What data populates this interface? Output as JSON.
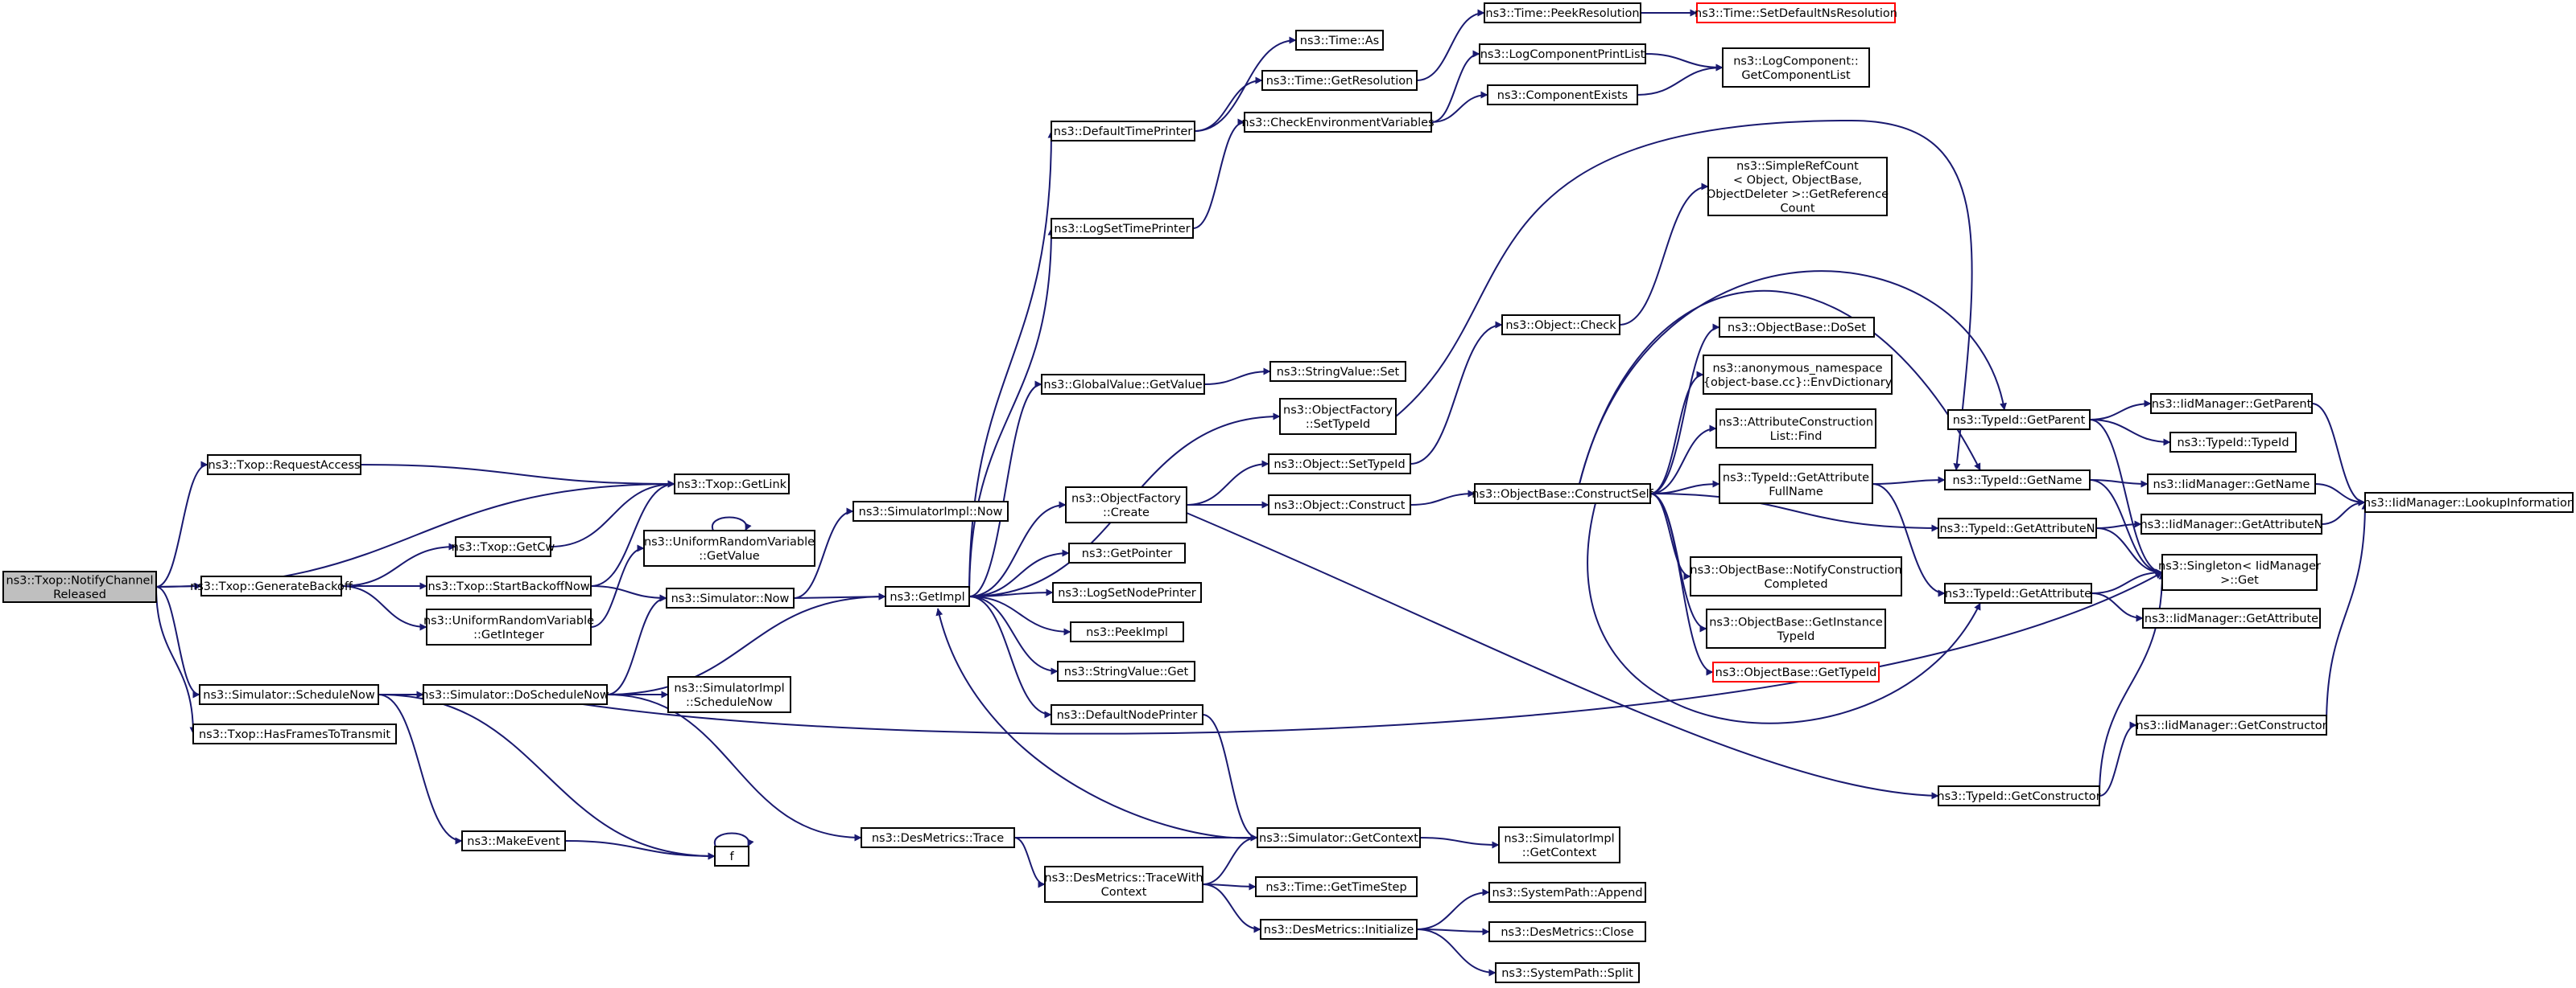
{
  "nodes": [
    {
      "id": "root",
      "lines": [
        "ns3::Txop::NotifyChannel",
        "Released"
      ],
      "style": "root"
    },
    {
      "id": "requestaccess",
      "lines": [
        "ns3::Txop::RequestAccess"
      ]
    },
    {
      "id": "getlink",
      "lines": [
        "ns3::Txop::GetLink"
      ]
    },
    {
      "id": "getcw",
      "lines": [
        "ns3::Txop::GetCw"
      ]
    },
    {
      "id": "generatebackoff",
      "lines": [
        "ns3::Txop::GenerateBackoff"
      ]
    },
    {
      "id": "startbackoffnow",
      "lines": [
        "ns3::Txop::StartBackoffNow"
      ]
    },
    {
      "id": "urv_getvalue",
      "lines": [
        "ns3::UniformRandomVariable",
        "::GetValue"
      ]
    },
    {
      "id": "urv_getinteger",
      "lines": [
        "ns3::UniformRandomVariable",
        "::GetInteger"
      ]
    },
    {
      "id": "sim_now",
      "lines": [
        "ns3::Simulator::Now"
      ]
    },
    {
      "id": "simimpl_now",
      "lines": [
        "ns3::SimulatorImpl::Now"
      ]
    },
    {
      "id": "schedulenow",
      "lines": [
        "ns3::Simulator::ScheduleNow"
      ]
    },
    {
      "id": "hasframes",
      "lines": [
        "ns3::Txop::HasFramesToTransmit"
      ]
    },
    {
      "id": "doschedulenow",
      "lines": [
        "ns3::Simulator::DoScheduleNow"
      ]
    },
    {
      "id": "simimpl_schedulenow",
      "lines": [
        "ns3::SimulatorImpl",
        "::ScheduleNow"
      ]
    },
    {
      "id": "makeevent",
      "lines": [
        "ns3::MakeEvent"
      ]
    },
    {
      "id": "f",
      "lines": [
        "f"
      ]
    },
    {
      "id": "getimpl",
      "lines": [
        "ns3::GetImpl"
      ]
    },
    {
      "id": "desmetrics_trace",
      "lines": [
        "ns3::DesMetrics::Trace"
      ]
    },
    {
      "id": "defaulttimeprinter",
      "lines": [
        "ns3::DefaultTimePrinter"
      ]
    },
    {
      "id": "logsettimeprinter",
      "lines": [
        "ns3::LogSetTimePrinter"
      ]
    },
    {
      "id": "globalvalue_getvalue",
      "lines": [
        "ns3::GlobalValue::GetValue"
      ]
    },
    {
      "id": "objectfactory_create",
      "lines": [
        "ns3::ObjectFactory",
        "::Create"
      ]
    },
    {
      "id": "getpointer",
      "lines": [
        "ns3::GetPointer"
      ]
    },
    {
      "id": "logsetnodeprinter",
      "lines": [
        "ns3::LogSetNodePrinter"
      ]
    },
    {
      "id": "peekimpl",
      "lines": [
        "ns3::PeekImpl"
      ]
    },
    {
      "id": "stringvalue_get",
      "lines": [
        "ns3::StringValue::Get"
      ]
    },
    {
      "id": "defaultnodeprinter",
      "lines": [
        "ns3::DefaultNodePrinter"
      ]
    },
    {
      "id": "tracewithcontext",
      "lines": [
        "ns3::DesMetrics::TraceWith",
        "Context"
      ]
    },
    {
      "id": "time_as",
      "lines": [
        "ns3::Time::As"
      ]
    },
    {
      "id": "time_getresolution",
      "lines": [
        "ns3::Time::GetResolution"
      ]
    },
    {
      "id": "checkenv",
      "lines": [
        "ns3::CheckEnvironmentVariables"
      ]
    },
    {
      "id": "stringvalue_set",
      "lines": [
        "ns3::StringValue::Set"
      ]
    },
    {
      "id": "objectfactory_settypeid",
      "lines": [
        "ns3::ObjectFactory",
        "::SetTypeId"
      ]
    },
    {
      "id": "object_settypeid",
      "lines": [
        "ns3::Object::SetTypeId"
      ]
    },
    {
      "id": "object_construct",
      "lines": [
        "ns3::Object::Construct"
      ]
    },
    {
      "id": "sim_getcontext",
      "lines": [
        "ns3::Simulator::GetContext"
      ]
    },
    {
      "id": "time_gettimestep",
      "lines": [
        "ns3::Time::GetTimeStep"
      ]
    },
    {
      "id": "desmetrics_initialize",
      "lines": [
        "ns3::DesMetrics::Initialize"
      ]
    },
    {
      "id": "time_peekresolution",
      "lines": [
        "ns3::Time::PeekResolution"
      ]
    },
    {
      "id": "logcomponentprintlist",
      "lines": [
        "ns3::LogComponentPrintList"
      ]
    },
    {
      "id": "componentexists",
      "lines": [
        "ns3::ComponentExists"
      ]
    },
    {
      "id": "object_check",
      "lines": [
        "ns3::Object::Check"
      ]
    },
    {
      "id": "constructself",
      "lines": [
        "ns3::ObjectBase::ConstructSelf"
      ]
    },
    {
      "id": "simimpl_getcontext",
      "lines": [
        "ns3::SimulatorImpl",
        "::GetContext"
      ]
    },
    {
      "id": "systempath_append",
      "lines": [
        "ns3::SystemPath::Append"
      ]
    },
    {
      "id": "desmetrics_close",
      "lines": [
        "ns3::DesMetrics::Close"
      ]
    },
    {
      "id": "systempath_split",
      "lines": [
        "ns3::SystemPath::Split"
      ]
    },
    {
      "id": "setdefaultnsresolution",
      "lines": [
        "ns3::Time::SetDefaultNsResolution"
      ],
      "style": "ext"
    },
    {
      "id": "getcomponentlist",
      "lines": [
        "ns3::LogComponent::",
        "GetComponentList"
      ]
    },
    {
      "id": "simplerefcount",
      "lines": [
        "ns3::SimpleRefCount",
        "< Object, ObjectBase,",
        "ObjectDeleter >::GetReference",
        "Count"
      ]
    },
    {
      "id": "objectbase_doset",
      "lines": [
        "ns3::ObjectBase::DoSet"
      ]
    },
    {
      "id": "envdictionary",
      "lines": [
        "ns3::anonymous_namespace",
        "{object-base.cc}::EnvDictionary"
      ]
    },
    {
      "id": "attrconstructionlist_find",
      "lines": [
        "ns3::AttributeConstruction",
        "List::Find"
      ]
    },
    {
      "id": "typeid_getattributefullname",
      "lines": [
        "ns3::TypeId::GetAttribute",
        "FullName"
      ]
    },
    {
      "id": "notifyconstructioncompleted",
      "lines": [
        "ns3::ObjectBase::NotifyConstruction",
        "Completed"
      ]
    },
    {
      "id": "getinstancetypeid",
      "lines": [
        "ns3::ObjectBase::GetInstance",
        "TypeId"
      ]
    },
    {
      "id": "objectbase_gettypeid",
      "lines": [
        "ns3::ObjectBase::GetTypeId"
      ],
      "style": "ext"
    },
    {
      "id": "typeid_getparent",
      "lines": [
        "ns3::TypeId::GetParent"
      ]
    },
    {
      "id": "typeid_getname",
      "lines": [
        "ns3::TypeId::GetName"
      ]
    },
    {
      "id": "typeid_getattributen",
      "lines": [
        "ns3::TypeId::GetAttributeN"
      ]
    },
    {
      "id": "typeid_getattribute",
      "lines": [
        "ns3::TypeId::GetAttribute"
      ]
    },
    {
      "id": "typeid_getconstructor",
      "lines": [
        "ns3::TypeId::GetConstructor"
      ]
    },
    {
      "id": "iid_getparent",
      "lines": [
        "ns3::IidManager::GetParent"
      ]
    },
    {
      "id": "typeid_typeid",
      "lines": [
        "ns3::TypeId::TypeId"
      ]
    },
    {
      "id": "iid_getname",
      "lines": [
        "ns3::IidManager::GetName"
      ]
    },
    {
      "id": "iid_getattributen",
      "lines": [
        "ns3::IidManager::GetAttributeN"
      ]
    },
    {
      "id": "singleton_get",
      "lines": [
        "ns3::Singleton< IidManager",
        ">::Get"
      ]
    },
    {
      "id": "iid_getattribute",
      "lines": [
        "ns3::IidManager::GetAttribute"
      ]
    },
    {
      "id": "iid_getconstructor",
      "lines": [
        "ns3::IidManager::GetConstructor"
      ]
    },
    {
      "id": "iid_lookupinformation",
      "lines": [
        "ns3::IidManager::LookupInformation"
      ]
    }
  ],
  "edges": [
    [
      "root",
      "requestaccess"
    ],
    [
      "root",
      "getlink"
    ],
    [
      "root",
      "generatebackoff"
    ],
    [
      "root",
      "schedulenow"
    ],
    [
      "root",
      "hasframes"
    ],
    [
      "requestaccess",
      "getlink"
    ],
    [
      "generatebackoff",
      "getcw"
    ],
    [
      "generatebackoff",
      "startbackoffnow"
    ],
    [
      "generatebackoff",
      "urv_getinteger"
    ],
    [
      "getcw",
      "getlink"
    ],
    [
      "startbackoffnow",
      "getlink"
    ],
    [
      "startbackoffnow",
      "sim_now"
    ],
    [
      "urv_getvalue",
      "urv_getvalue"
    ],
    [
      "urv_getinteger",
      "urv_getvalue"
    ],
    [
      "sim_now",
      "simimpl_now"
    ],
    [
      "sim_now",
      "getimpl"
    ],
    [
      "schedulenow",
      "doschedulenow"
    ],
    [
      "schedulenow",
      "makeevent"
    ],
    [
      "schedulenow",
      "f"
    ],
    [
      "doschedulenow",
      "sim_now"
    ],
    [
      "doschedulenow",
      "getimpl"
    ],
    [
      "doschedulenow",
      "simimpl_schedulenow"
    ],
    [
      "doschedulenow",
      "desmetrics_trace"
    ],
    [
      "doschedulenow",
      "singleton_get"
    ],
    [
      "makeevent",
      "f"
    ],
    [
      "f",
      "f"
    ],
    [
      "getimpl",
      "defaulttimeprinter"
    ],
    [
      "getimpl",
      "logsettimeprinter"
    ],
    [
      "getimpl",
      "globalvalue_getvalue"
    ],
    [
      "getimpl",
      "objectfactory_settypeid"
    ],
    [
      "getimpl",
      "objectfactory_create"
    ],
    [
      "getimpl",
      "getpointer"
    ],
    [
      "getimpl",
      "logsetnodeprinter"
    ],
    [
      "getimpl",
      "peekimpl"
    ],
    [
      "getimpl",
      "stringvalue_get"
    ],
    [
      "getimpl",
      "defaultnodeprinter"
    ],
    [
      "desmetrics_trace",
      "sim_getcontext"
    ],
    [
      "desmetrics_trace",
      "tracewithcontext"
    ],
    [
      "defaulttimeprinter",
      "time_as"
    ],
    [
      "defaulttimeprinter",
      "time_getresolution"
    ],
    [
      "logsettimeprinter",
      "checkenv"
    ],
    [
      "globalvalue_getvalue",
      "stringvalue_set"
    ],
    [
      "objectfactory_create",
      "object_settypeid"
    ],
    [
      "objectfactory_create",
      "object_construct"
    ],
    [
      "objectfactory_create",
      "typeid_getconstructor"
    ],
    [
      "defaultnodeprinter",
      "sim_getcontext"
    ],
    [
      "tracewithcontext",
      "sim_getcontext"
    ],
    [
      "tracewithcontext",
      "time_gettimestep"
    ],
    [
      "tracewithcontext",
      "desmetrics_initialize"
    ],
    [
      "time_getresolution",
      "time_peekresolution"
    ],
    [
      "checkenv",
      "logcomponentprintlist"
    ],
    [
      "checkenv",
      "componentexists"
    ],
    [
      "objectfactory_settypeid",
      "typeid_getname"
    ],
    [
      "object_settypeid",
      "object_check"
    ],
    [
      "object_construct",
      "constructself"
    ],
    [
      "sim_getcontext",
      "getimpl"
    ],
    [
      "sim_getcontext",
      "simimpl_getcontext"
    ],
    [
      "desmetrics_initialize",
      "systempath_append"
    ],
    [
      "desmetrics_initialize",
      "desmetrics_close"
    ],
    [
      "desmetrics_initialize",
      "systempath_split"
    ],
    [
      "time_peekresolution",
      "setdefaultnsresolution"
    ],
    [
      "logcomponentprintlist",
      "getcomponentlist"
    ],
    [
      "componentexists",
      "getcomponentlist"
    ],
    [
      "object_check",
      "simplerefcount"
    ],
    [
      "constructself",
      "objectbase_doset"
    ],
    [
      "constructself",
      "envdictionary"
    ],
    [
      "constructself",
      "attrconstructionlist_find"
    ],
    [
      "constructself",
      "typeid_getattributefullname"
    ],
    [
      "constructself",
      "notifyconstructioncompleted"
    ],
    [
      "constructself",
      "getinstancetypeid"
    ],
    [
      "constructself",
      "objectbase_gettypeid"
    ],
    [
      "constructself",
      "typeid_getparent"
    ],
    [
      "constructself",
      "typeid_getname"
    ],
    [
      "constructself",
      "typeid_getattributen"
    ],
    [
      "constructself",
      "typeid_getattribute"
    ],
    [
      "typeid_getattributefullname",
      "typeid_getname"
    ],
    [
      "typeid_getattributefullname",
      "typeid_getattribute"
    ],
    [
      "typeid_getparent",
      "iid_getparent"
    ],
    [
      "typeid_getparent",
      "typeid_typeid"
    ],
    [
      "typeid_getparent",
      "singleton_get"
    ],
    [
      "typeid_getname",
      "iid_getname"
    ],
    [
      "typeid_getname",
      "singleton_get"
    ],
    [
      "typeid_getattributen",
      "iid_getattributen"
    ],
    [
      "typeid_getattributen",
      "singleton_get"
    ],
    [
      "typeid_getattribute",
      "singleton_get"
    ],
    [
      "typeid_getattribute",
      "iid_getattribute"
    ],
    [
      "typeid_getconstructor",
      "singleton_get"
    ],
    [
      "typeid_getconstructor",
      "iid_getconstructor"
    ],
    [
      "iid_getparent",
      "iid_lookupinformation"
    ],
    [
      "iid_getname",
      "iid_lookupinformation"
    ],
    [
      "iid_getattributen",
      "iid_lookupinformation"
    ],
    [
      "iid_getconstructor",
      "iid_lookupinformation"
    ]
  ]
}
